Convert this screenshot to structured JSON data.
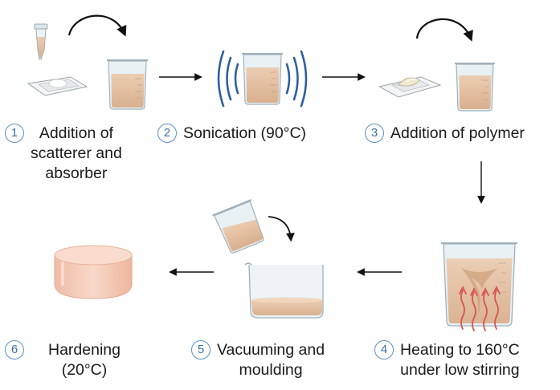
{
  "steps": [
    {
      "number": "1",
      "lines": [
        "Addition of",
        "scatterer and",
        "absorber"
      ]
    },
    {
      "number": "2",
      "lines": [
        "Sonication (90°C)"
      ]
    },
    {
      "number": "3",
      "lines": [
        "Addition of polymer"
      ]
    },
    {
      "number": "4",
      "lines": [
        "Heating to 160°C",
        "under low stirring"
      ]
    },
    {
      "number": "5",
      "lines": [
        "Vacuuming and",
        "moulding"
      ]
    },
    {
      "number": "6",
      "lines": [
        "Hardening",
        "(20°C)"
      ]
    }
  ],
  "colors": {
    "liquid": "#e8c7a8",
    "glass": "#c9dce6",
    "sound_waves": "#2f5f9e",
    "heat_arrows": "#d9534f",
    "step_number": "#3b6fa6",
    "hardened_block": "#f2c9b5"
  }
}
